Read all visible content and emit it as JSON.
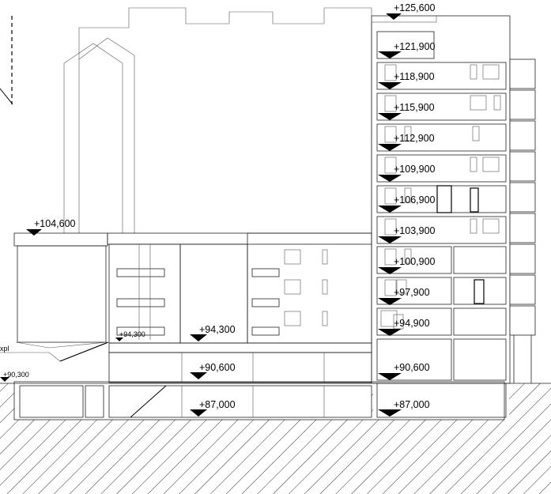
{
  "levels": {
    "top_roof": "+125,600",
    "l121": "+121,900",
    "l118": "+118,900",
    "l115": "+115,900",
    "l112": "+112,900",
    "l109": "+109,900",
    "l106": "+106,900",
    "l103": "+103,900",
    "l100": "+100,900",
    "l97": "+97,900",
    "l94_tower": "+94,900",
    "l90_tower": "+90,600",
    "l87_tower": "+87,000",
    "left_roof": "+104,600",
    "podium": "+94,300",
    "podium_small": "+94,300",
    "basement1": "+90,600",
    "basement2": "+87,000",
    "street": "+90,300",
    "left_note": "xpl"
  },
  "colors": {
    "apartment": "#d8cbb6",
    "highlight": "#f2d59b",
    "garage": "#cdc7c4",
    "line": "#222222"
  }
}
